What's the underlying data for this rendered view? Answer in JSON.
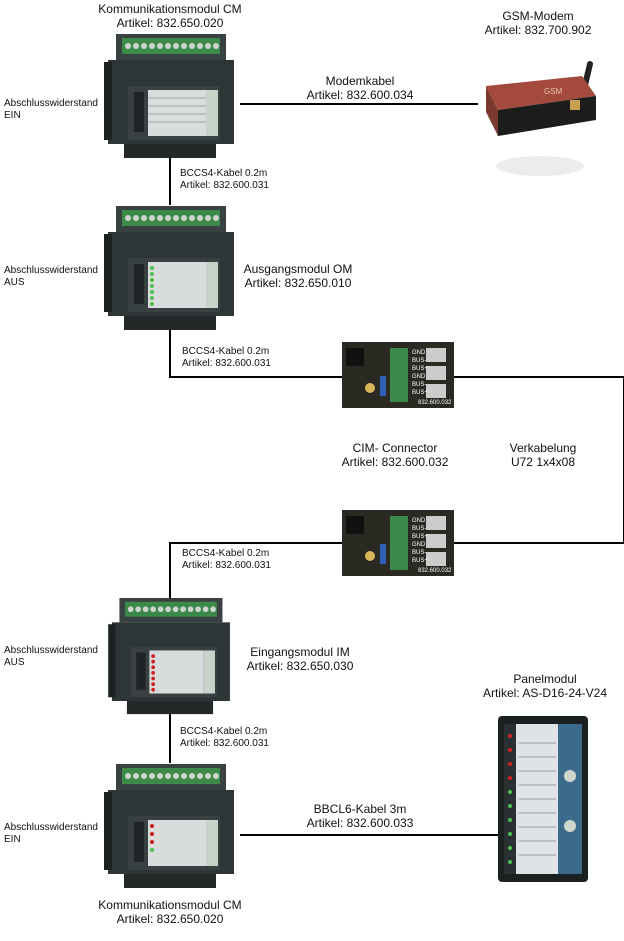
{
  "modules": {
    "cm_top": {
      "name": "Kommunikationsmodul  CM",
      "article": "Artikel: 832.650.020",
      "terminator": [
        "Abschlusswiderstand",
        "EIN"
      ]
    },
    "om": {
      "name": "Ausgangsmodul  OM",
      "article": "Artikel: 832.650.010",
      "terminator": [
        "Abschlusswiderstand",
        "AUS"
      ]
    },
    "im": {
      "name": "Eingangsmodul  IM",
      "article": "Artikel: 832.650.030",
      "terminator": [
        "Abschlusswiderstand",
        "AUS"
      ]
    },
    "cm_bottom": {
      "name": "Kommunikationsmodul  CM",
      "article": "Artikel: 832.650.020",
      "terminator": [
        "Abschlusswiderstand",
        "EIN"
      ]
    }
  },
  "gsm": {
    "name": "GSM-Modem",
    "article": "Artikel: 832.700.902"
  },
  "panel": {
    "name": "Panelmodul",
    "article": "Artikel: AS-D16-24-V24"
  },
  "connector": {
    "name": "CIM- Connector",
    "article": "Artikel: 832.600.032",
    "pins": [
      "GND",
      "BUS-",
      "BUS+",
      "GND",
      "BUS-",
      "BUS+"
    ],
    "part_no": "832.600.032"
  },
  "wiring": {
    "title": "Verkabelung",
    "spec": "U72 1x4x08"
  },
  "cables": {
    "modem": {
      "name": "Modemkabel",
      "article": "Artikel: 832.600.034"
    },
    "bccs4_1": {
      "name": "BCCS4-Kabel 0.2m",
      "article": "Artikel: 832.600.031"
    },
    "bccs4_2": {
      "name": "BCCS4-Kabel 0.2m",
      "article": "Artikel: 832.600.031"
    },
    "bccs4_3": {
      "name": "BCCS4-Kabel 0.2m",
      "article": "Artikel: 832.600.031"
    },
    "bccs4_4": {
      "name": "BCCS4-Kabel 0.2m",
      "article": "Artikel: 832.600.031"
    },
    "bbcl6": {
      "name": "BBCL6-Kabel 3m",
      "article": "Artikel: 832.600.033"
    }
  },
  "colors": {
    "module_body": "#2e3536",
    "module_dark": "#1b2021",
    "terminal_green": "#3c8a4a",
    "panel_face": "#d8dcdc",
    "line": "#000000",
    "modem_body": "#a34a3c",
    "pcb": "#2a2a22"
  }
}
